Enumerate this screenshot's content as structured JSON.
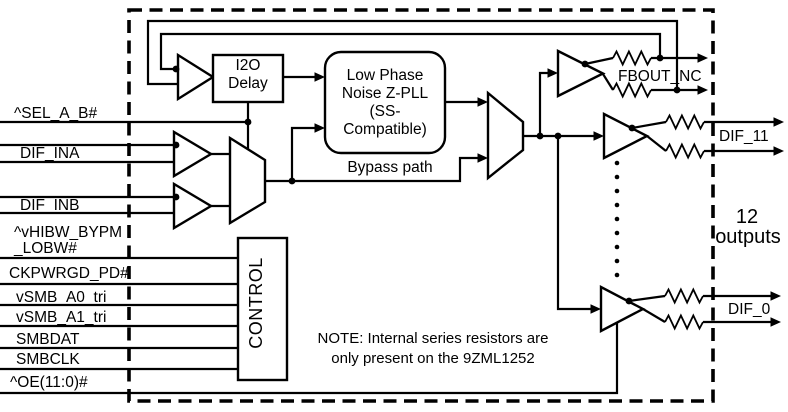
{
  "inputs": {
    "sel_a_b": "^SEL_A_B#",
    "dif_ina": "DIF_INA",
    "dif_inb": "DIF_INB",
    "hibw_l1": "^vHIBW_BYPM",
    "hibw_l2": "_LOBW#",
    "ckpwrgd": "CKPWRGD_PD#",
    "smb_a0": "vSMB_A0_tri",
    "smb_a1": "vSMB_A1_tri",
    "smbdat": "SMBDAT",
    "smbclk": "SMBCLK",
    "oe": "^OE(11:0)#"
  },
  "blocks": {
    "i2o_l1": "I2O",
    "i2o_l2": "Delay",
    "pll_l1": "Low Phase",
    "pll_l2": "Noise Z-PLL",
    "pll_l3": "(SS-",
    "pll_l4": "Compatible)",
    "control": "CONTROL",
    "bypass": "Bypass path"
  },
  "outputs": {
    "fbout": "FBOUT_NC",
    "dif11": "DIF_11",
    "dif0": "DIF_0",
    "count": "12",
    "count_word": "outputs"
  },
  "note": {
    "l1": "NOTE: Internal series resistors are",
    "l2": "only present on the 9ZML1252"
  },
  "colors": {
    "line": "#000000",
    "bg": "#ffffff"
  }
}
